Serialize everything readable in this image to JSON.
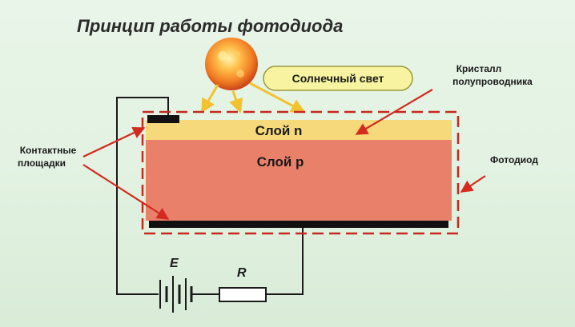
{
  "title": "Принцип работы фотодиода",
  "sunlight_label": "Солнечный свет",
  "crystal_label": [
    "Кристалл",
    "полупроводника"
  ],
  "layer_n_label": "Слой n",
  "layer_p_label": "Слой p",
  "contacts_label": [
    "Контактные",
    "площадки"
  ],
  "photodiode_label": "Фотодиод",
  "battery_label": "E",
  "resistor_label": "R",
  "colors": {
    "background": "#e3f2e2",
    "layer_n": "#f5d97a",
    "layer_p": "#e8806a",
    "dashed_border": "#c8281e",
    "arrow_red": "#d42a20",
    "ray_yellow": "#f2c230",
    "pill_fill": "#f7f3a0",
    "pill_border": "#9a9a3a",
    "sun_center": "#ffd27a",
    "sun_edge": "#d9541a"
  },
  "icons": [
    "sun-icon",
    "battery-icon",
    "resistor-icon"
  ]
}
